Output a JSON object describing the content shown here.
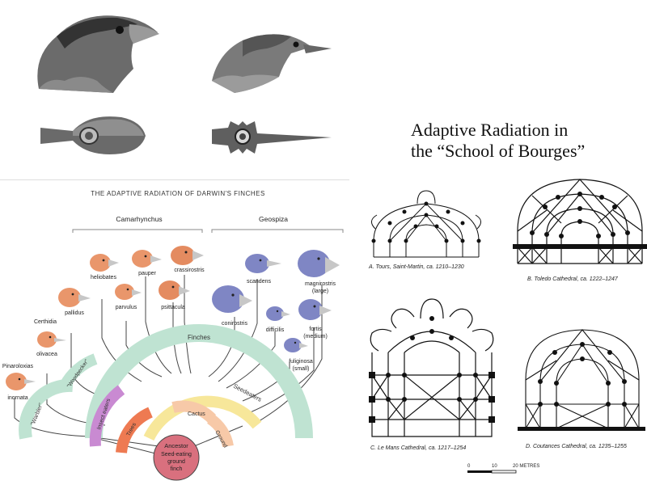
{
  "slide": {
    "title_line1": "Adaptive Radiation in",
    "title_line2": "the “School of Bourges”"
  },
  "finches": {
    "title": "THE ADAPTIVE RADIATION OF DARWIN'S FINCHES",
    "genus_left": "Camarhynchus",
    "genus_right": "Geospiza",
    "species": {
      "heliobates": "heliobates",
      "pauper": "pauper",
      "crassirostris": "crassirostris",
      "scandens": "scandens",
      "magnirostris": "magnirostris",
      "magnirostris_sub": "(large)",
      "pallidus": "pallidus",
      "parvulus": "parvulus",
      "psittacula": "psittacula",
      "conirostris": "conirostris",
      "difficilis": "difficilis",
      "fortis": "fortis",
      "fortis_sub": "(medium)",
      "certhidia": "Certhidia",
      "olivacea": "olivacea",
      "pinaroloxias": "Pinaroloxias",
      "inornata": "inornata",
      "fuliginosa": "fuliginosa",
      "fuliginosa_sub": "(small)"
    },
    "arcs": {
      "finches": "Finches",
      "woodpecker": "\"Woodpecker\"",
      "seedeaters": "Seedeaters",
      "warbler": "\"Warbler\"",
      "insect_eaters": "Insect eaters",
      "trees": "Trees",
      "cactus": "Cactus",
      "ground": "Ground"
    },
    "ancestor": {
      "line1": "Ancestor",
      "line2": "Seed-eating",
      "line3": "ground",
      "line4": "finch"
    },
    "colors": {
      "finches_arc": "#bfe3d2",
      "seedeaters_arc": "#f7e79a",
      "insect_eaters_arc": "#c98ad2",
      "trees_arc": "#ee7a52",
      "cactus_arc": "#f7c9a8",
      "ancestor": "#d9707e",
      "warm_bird": "#e9966b",
      "cool_bird": "#7f86c4"
    }
  },
  "cathedrals": {
    "a": "A. Tours, Saint-Martin, ca. 1210–1230",
    "b": "B. Toledo Cathedral, ca. 1222–1247",
    "c": "C. Le Mans Cathedral, ca. 1217–1254",
    "d": "D. Coutances Cathedral, ca. 1235–1255",
    "scale_0": "0",
    "scale_10": "10",
    "scale_20": "20 METRES"
  }
}
